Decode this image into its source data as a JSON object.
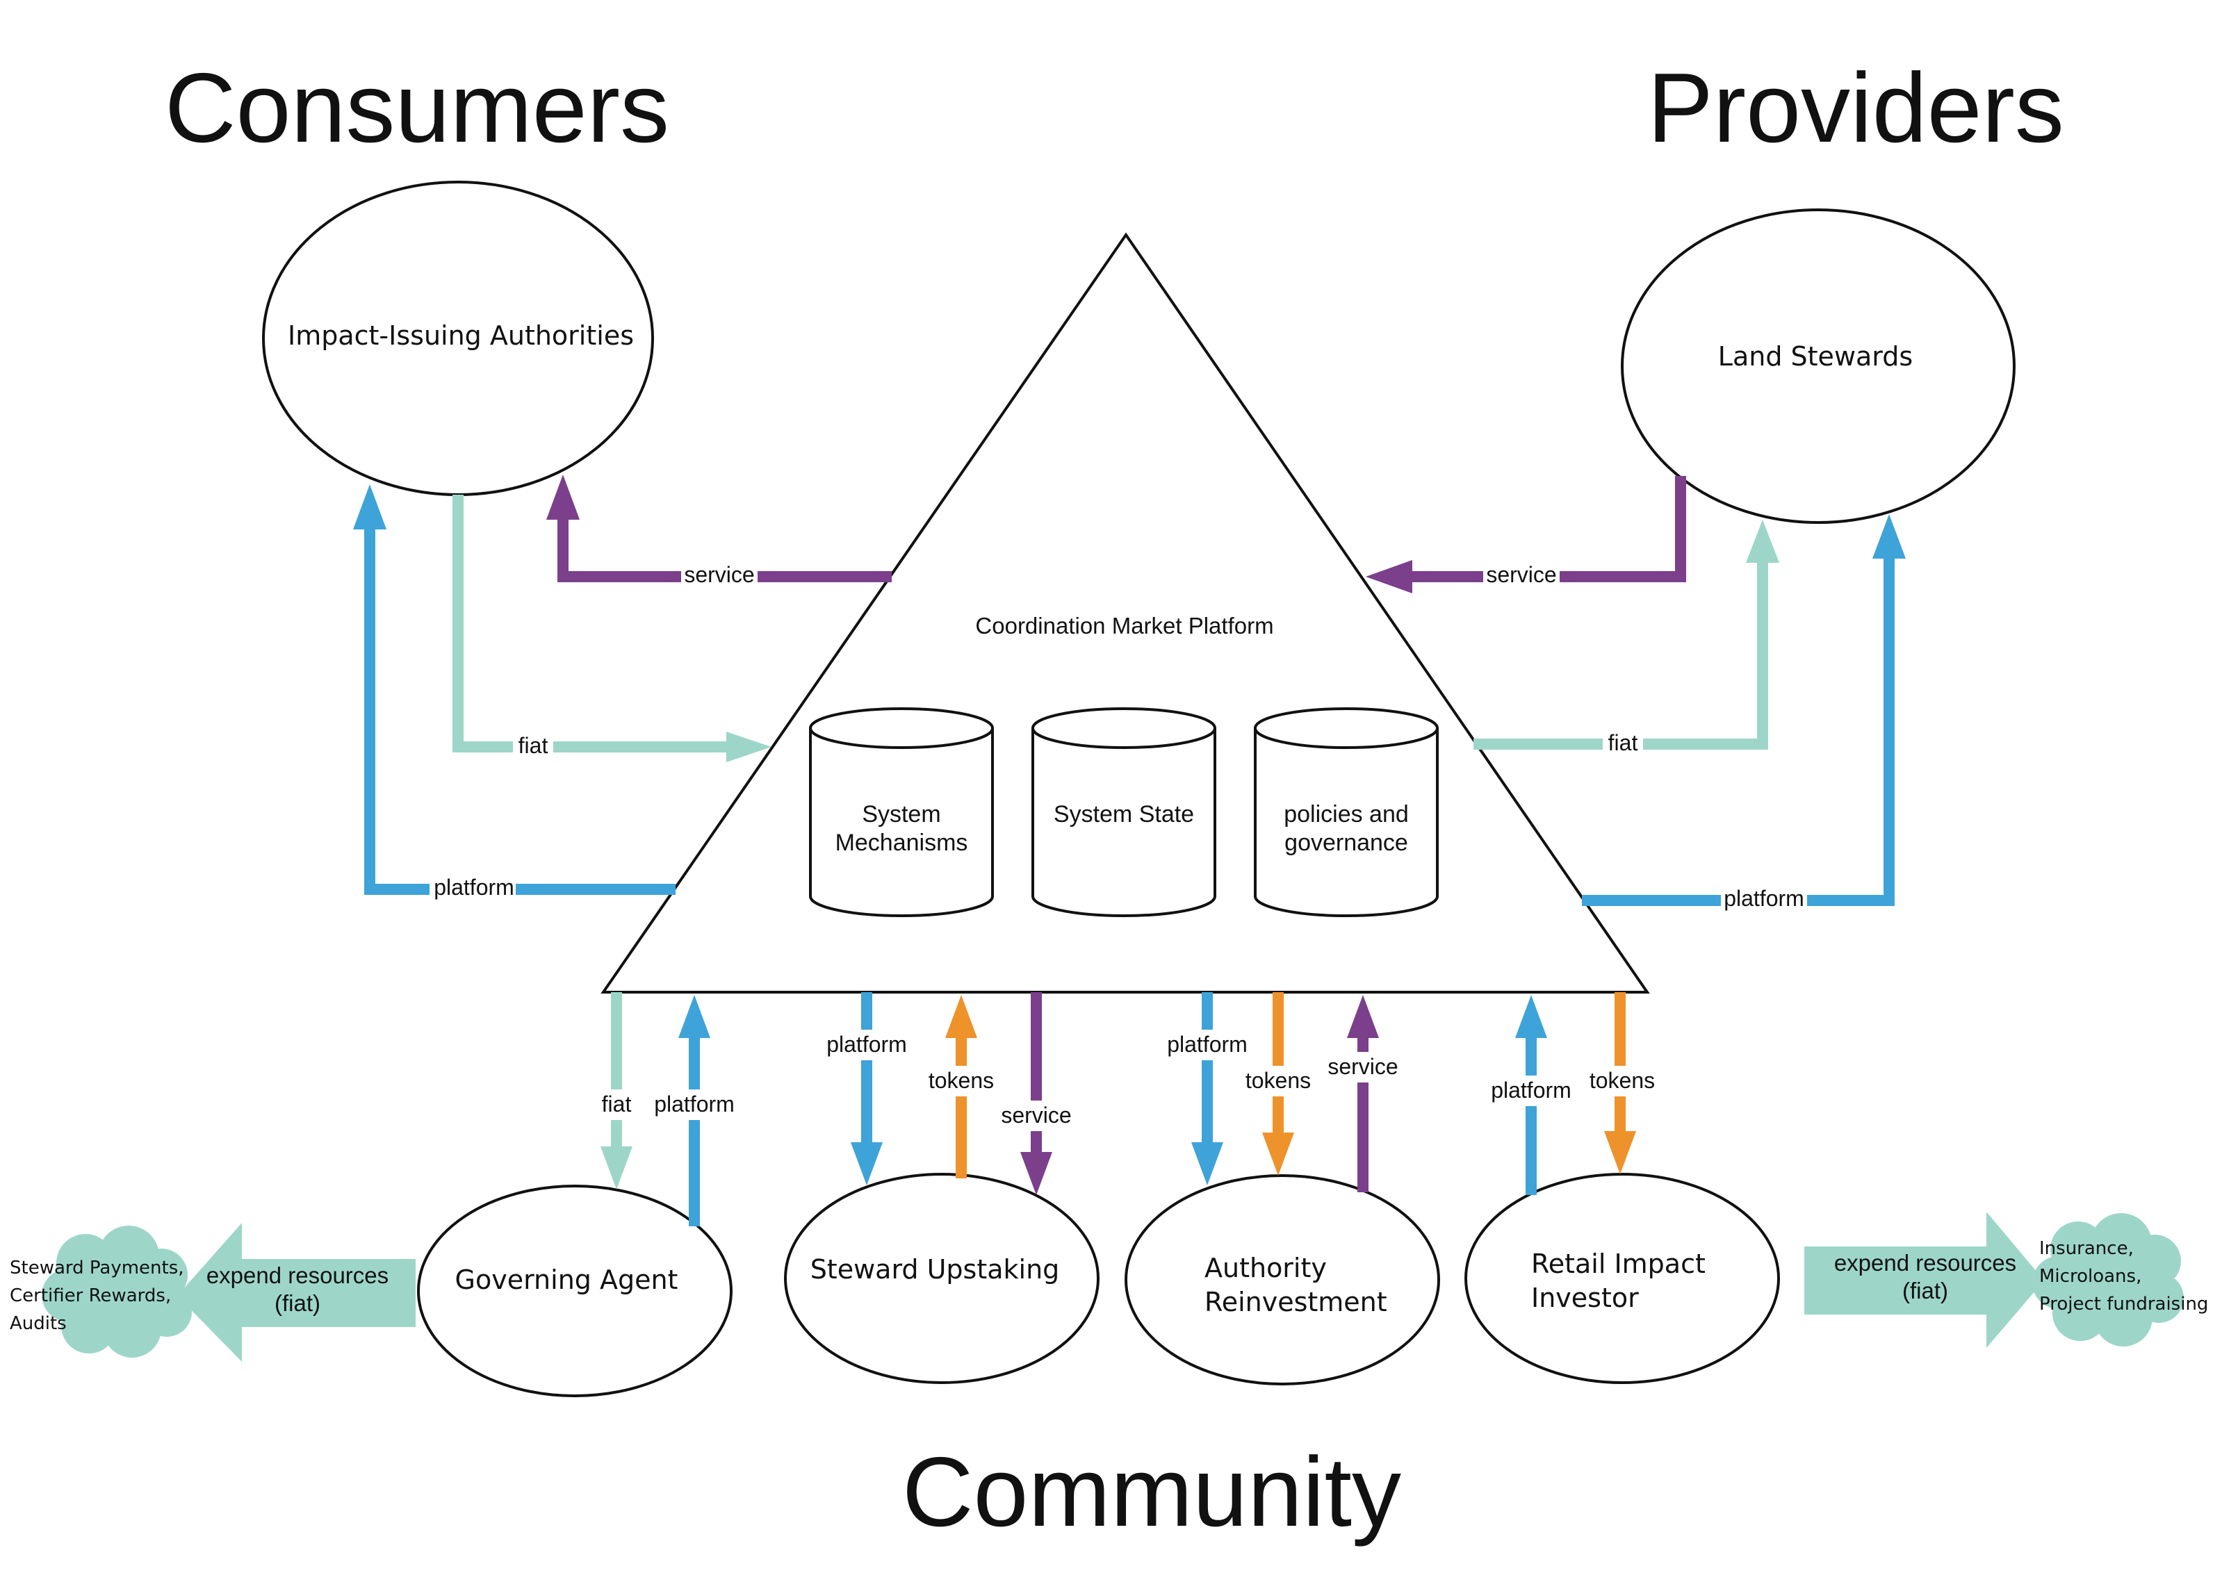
{
  "headings": {
    "consumers": "Consumers",
    "providers": "Providers",
    "community": "Community"
  },
  "platform": {
    "title": "Coordination Market Platform",
    "databases": [
      {
        "line1": "System",
        "line2": "Mechanisms"
      },
      {
        "line1": "System State",
        "line2": ""
      },
      {
        "line1": "policies and",
        "line2": "governance"
      }
    ]
  },
  "nodes": {
    "impact_issuing_authorities": "Impact-Issuing Authorities",
    "land_stewards": "Land Stewards",
    "governing_agent": "Governing Agent",
    "steward_upstaking": "Steward Upstaking",
    "authority_reinvestment": {
      "line1": "Authority",
      "line2": "Reinvestment"
    },
    "retail_impact_investor": {
      "line1": "Retail Impact",
      "line2": "Investor"
    }
  },
  "flows": {
    "service": "service",
    "fiat": "fiat",
    "platform": "platform",
    "tokens": "tokens"
  },
  "expend": {
    "line1": "expend resources",
    "line2": "(fiat)"
  },
  "clouds": {
    "left": [
      "Steward Payments,",
      "Certifier Rewards,",
      "Audits"
    ],
    "right": [
      "Insurance,",
      "Microloans,",
      "Project fundraising"
    ]
  },
  "colors": {
    "fiat": "#9dd6c9",
    "platform": "#3ea3d9",
    "service": "#7b3f8c",
    "tokens": "#ee922b",
    "outline": "#111111"
  }
}
